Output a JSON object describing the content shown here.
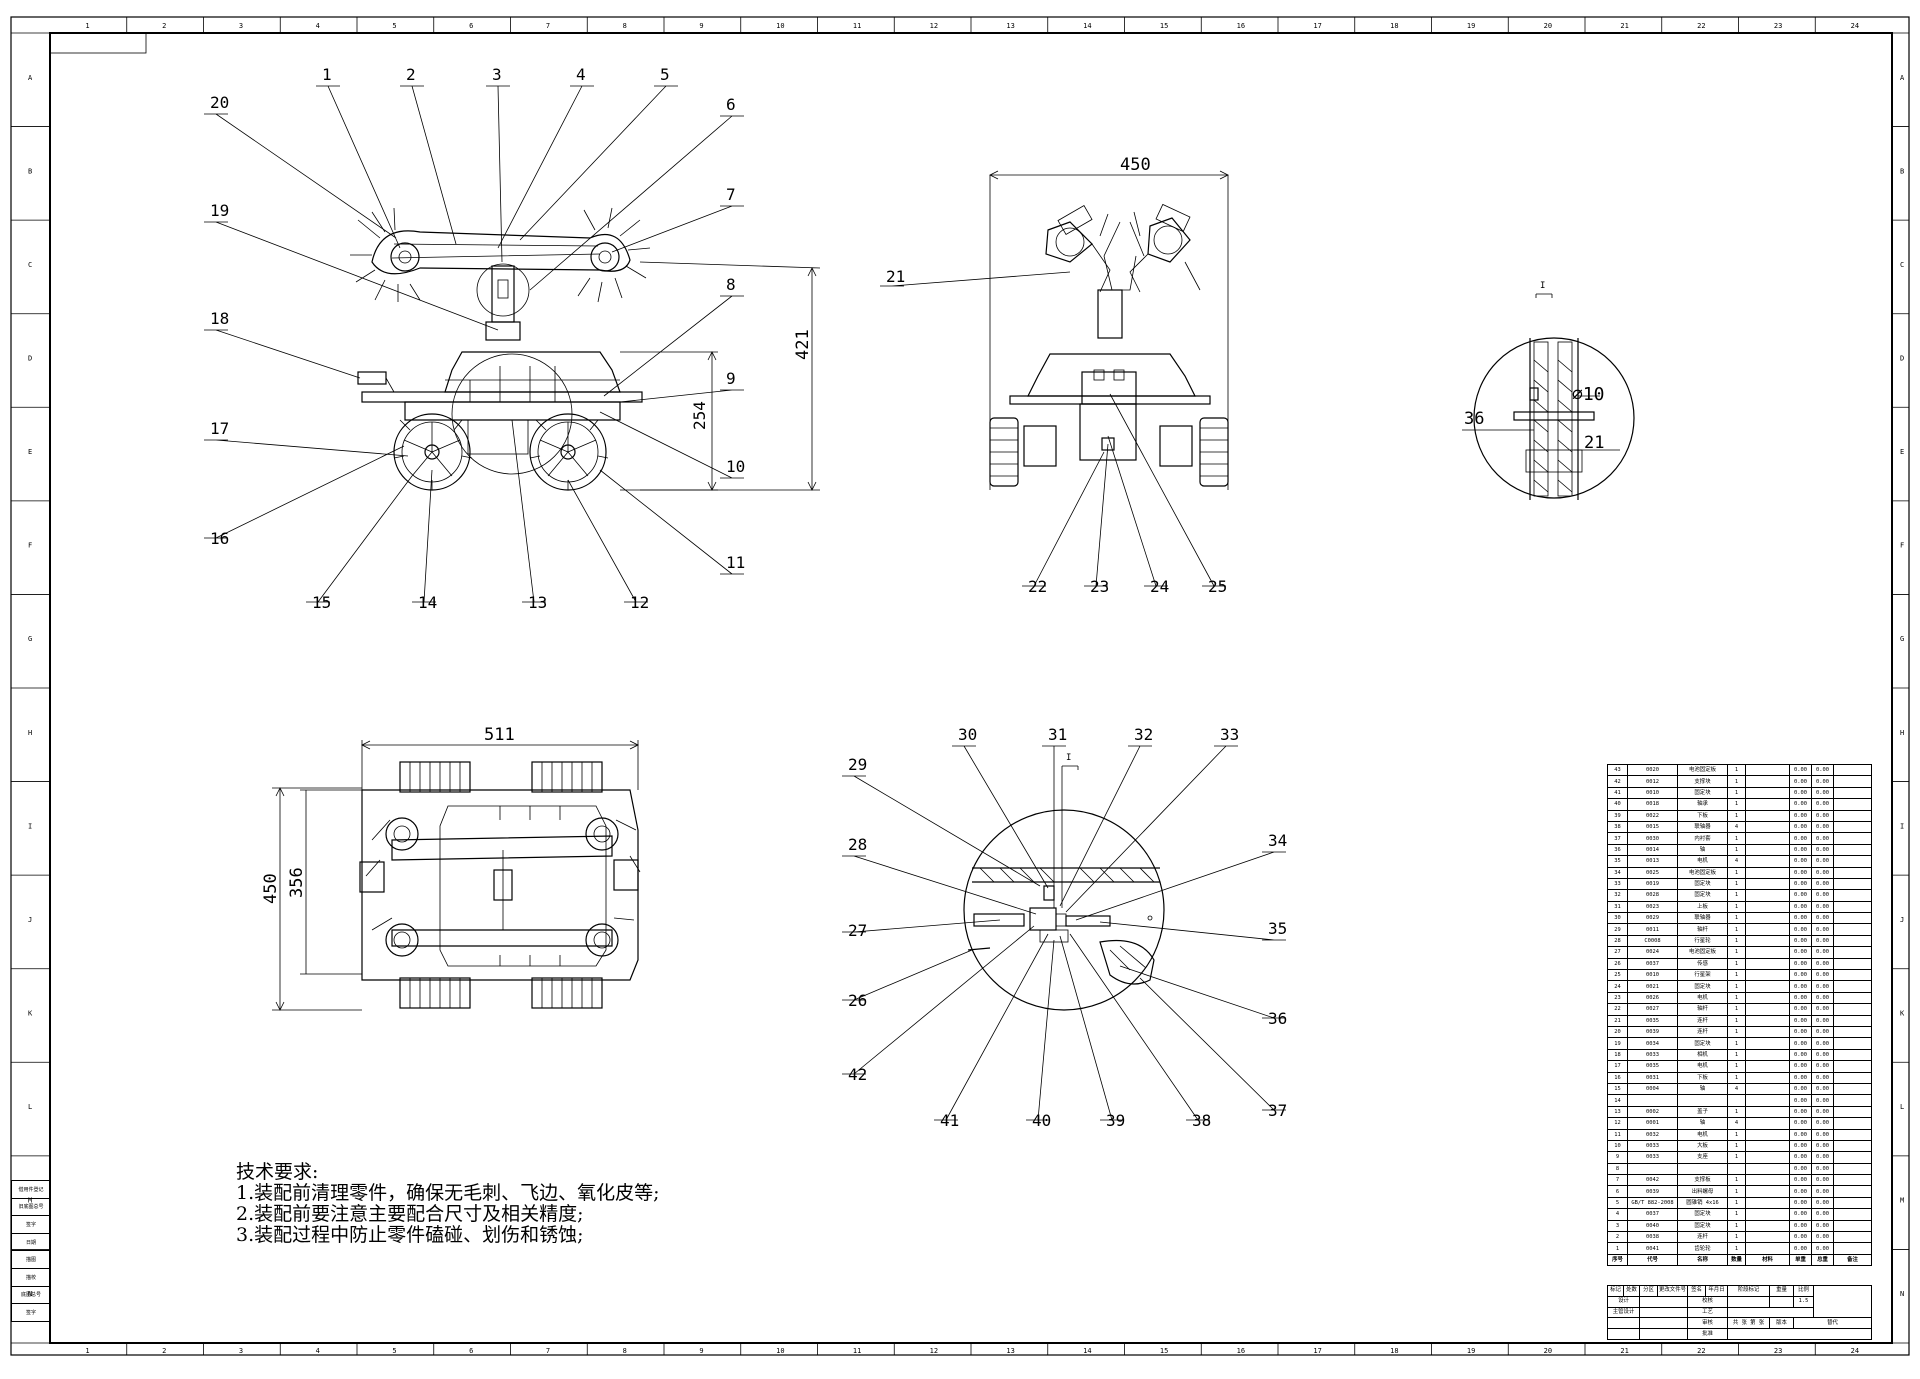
{
  "frame": {
    "top_zones": [
      "1",
      "2",
      "3",
      "4",
      "5",
      "6",
      "7",
      "8",
      "9",
      "10",
      "11",
      "12",
      "13",
      "14",
      "15",
      "16",
      "17",
      "18",
      "19",
      "20",
      "21",
      "22",
      "23",
      "24"
    ],
    "side_zones": [
      "A",
      "B",
      "C",
      "D",
      "E",
      "F",
      "G",
      "H",
      "I",
      "J",
      "K",
      "L",
      "M",
      "N"
    ]
  },
  "balloons": {
    "front": [
      "1",
      "2",
      "3",
      "4",
      "5",
      "6",
      "7",
      "8",
      "9",
      "10",
      "11",
      "12",
      "13",
      "14",
      "15",
      "16",
      "17",
      "18",
      "19",
      "20"
    ],
    "side": [
      "21",
      "22",
      "23",
      "24",
      "25"
    ],
    "detail": [
      "26",
      "27",
      "28",
      "29",
      "30",
      "31",
      "32",
      "33",
      "34",
      "35",
      "36",
      "37",
      "38",
      "39",
      "40",
      "41",
      "42"
    ]
  },
  "dimensions": {
    "front_height": "421",
    "front_body": "254",
    "side_width": "450",
    "top_length": "511",
    "top_width_outer": "450",
    "top_width_inner": "356",
    "detail_diameter": "∅10",
    "detail_label_36": "36",
    "detail_label_21": "21",
    "section_mark": "I"
  },
  "tech_notes": {
    "title": "技术要求:",
    "lines": [
      "1.装配前清理零件，确保无毛刺、飞边、氧化皮等;",
      "2.装配前要注意主要配合尺寸及相关精度;",
      "3.装配过程中防止零件磕碰、划伤和锈蚀;"
    ]
  },
  "bom": {
    "rows": [
      [
        "43",
        "0020",
        "电池固定板",
        "1",
        "0.00",
        "0.00"
      ],
      [
        "42",
        "0012",
        "支撑块",
        "1",
        "0.00",
        "0.00"
      ],
      [
        "41",
        "0010",
        "固定块",
        "1",
        "0.00",
        "0.00"
      ],
      [
        "40",
        "0018",
        "轴承",
        "1",
        "0.00",
        "0.00"
      ],
      [
        "39",
        "0022",
        "下板",
        "1",
        "0.00",
        "0.00"
      ],
      [
        "38",
        "0015",
        "联轴器",
        "4",
        "0.00",
        "0.00"
      ],
      [
        "37",
        "0030",
        "内衬套",
        "1",
        "0.00",
        "0.00"
      ],
      [
        "36",
        "0014",
        "轴",
        "1",
        "0.00",
        "0.00"
      ],
      [
        "35",
        "0013",
        "电机",
        "4",
        "0.00",
        "0.00"
      ],
      [
        "34",
        "0025",
        "电池固定板",
        "1",
        "0.00",
        "0.00"
      ],
      [
        "33",
        "0019",
        "固定块",
        "1",
        "0.00",
        "0.00"
      ],
      [
        "32",
        "0028",
        "固定块",
        "1",
        "0.00",
        "0.00"
      ],
      [
        "31",
        "0023",
        "上板",
        "1",
        "0.00",
        "0.00"
      ],
      [
        "30",
        "0029",
        "联轴器",
        "1",
        "0.00",
        "0.00"
      ],
      [
        "29",
        "0011",
        "轴杆",
        "1",
        "0.00",
        "0.00"
      ],
      [
        "28",
        "C0008",
        "行星轮",
        "1",
        "0.00",
        "0.00"
      ],
      [
        "27",
        "0024",
        "电池固定板",
        "1",
        "0.00",
        "0.00"
      ],
      [
        "26",
        "0037",
        "传感",
        "1",
        "0.00",
        "0.00"
      ],
      [
        "25",
        "0010",
        "行星架",
        "1",
        "0.00",
        "0.00"
      ],
      [
        "24",
        "0021",
        "固定块",
        "1",
        "0.00",
        "0.00"
      ],
      [
        "23",
        "0026",
        "电机",
        "1",
        "0.00",
        "0.00"
      ],
      [
        "22",
        "0027",
        "轴杆",
        "1",
        "0.00",
        "0.00"
      ],
      [
        "21",
        "0035",
        "连杆",
        "1",
        "0.00",
        "0.00"
      ],
      [
        "20",
        "0039",
        "连杆",
        "1",
        "0.00",
        "0.00"
      ],
      [
        "19",
        "0034",
        "固定块",
        "1",
        "0.00",
        "0.00"
      ],
      [
        "18",
        "0033",
        "相机",
        "1",
        "0.00",
        "0.00"
      ],
      [
        "17",
        "0035",
        "电机",
        "1",
        "0.00",
        "0.00"
      ],
      [
        "16",
        "0031",
        "下板",
        "1",
        "0.00",
        "0.00"
      ],
      [
        "15",
        "0004",
        "轴",
        "4",
        "0.00",
        "0.00"
      ],
      [
        "14",
        "",
        "",
        "",
        "0.00",
        "0.00"
      ],
      [
        "13",
        "0002",
        "盖子",
        "1",
        "0.00",
        "0.00"
      ],
      [
        "12",
        "0001",
        "轴",
        "4",
        "0.00",
        "0.00"
      ],
      [
        "11",
        "0032",
        "电机",
        "1",
        "0.00",
        "0.00"
      ],
      [
        "10",
        "0033",
        "大板",
        "1",
        "0.00",
        "0.00"
      ],
      [
        "9",
        "0033",
        "支座",
        "1",
        "0.00",
        "0.00"
      ],
      [
        "8",
        "",
        "",
        "",
        "0.00",
        "0.00"
      ],
      [
        "7",
        "0042",
        "支撑板",
        "1",
        "0.00",
        "0.00"
      ],
      [
        "6",
        "0039",
        "出料螺母",
        "1",
        "0.00",
        "0.00"
      ],
      [
        "5",
        "GB/T 882-2008",
        "圆锥销 4x16",
        "1",
        "0.00",
        "0.00"
      ],
      [
        "4",
        "0037",
        "固定块",
        "1",
        "0.00",
        "0.00"
      ],
      [
        "3",
        "0040",
        "固定块",
        "1",
        "0.00",
        "0.00"
      ],
      [
        "2",
        "0038",
        "连杆",
        "1",
        "0.00",
        "0.00"
      ],
      [
        "1",
        "0041",
        "齿轮轮",
        "1",
        "0.00",
        "0.00"
      ]
    ],
    "header": [
      "序号",
      "代号",
      "名称",
      "数量",
      "材料",
      "单重",
      "总重",
      "备注"
    ]
  },
  "title_block": {
    "rev_headers": [
      "标记",
      "处数",
      "分区",
      "更改文件号",
      "签名",
      "年月日"
    ],
    "roles": [
      "设计",
      "校核",
      "主管设计",
      "审核",
      "工艺",
      "批准"
    ],
    "stage": "阶段标记",
    "weight": "重量",
    "scale_label": "比例",
    "scale": "1.5",
    "sheets": "共 张 第 张",
    "version": "版本",
    "replace": "替代"
  },
  "left_strip": {
    "labels": [
      "借用件登记",
      "旧底图总号",
      "签字",
      "日期",
      "描图",
      "描校",
      "底图总号",
      "签字"
    ]
  }
}
